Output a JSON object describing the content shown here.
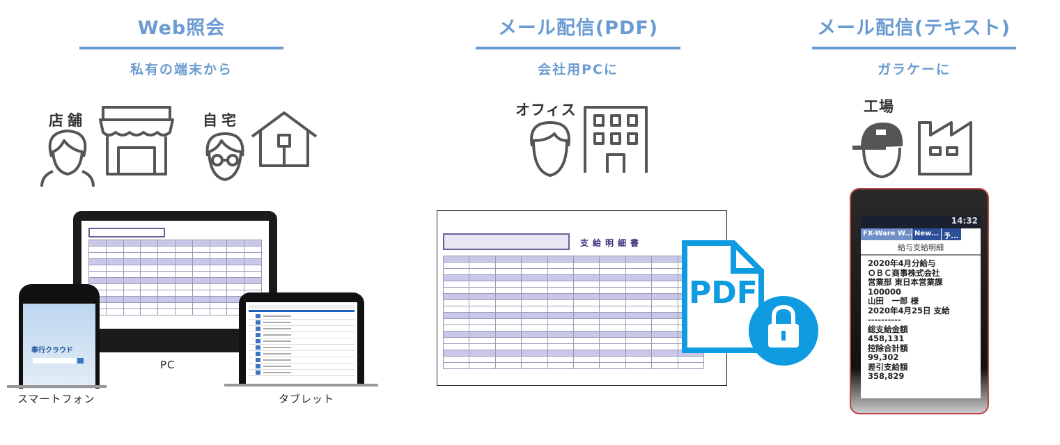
{
  "colors": {
    "accent": "#6a9bd1",
    "icon": "#555555",
    "pdf": "#0e9be0"
  },
  "web": {
    "title": "Web照会",
    "subtitle": "私有の端末から",
    "store_label": "店舗",
    "home_label": "自宅",
    "devices": {
      "pc": "PC",
      "smartphone": "スマートフォン",
      "tablet": "タブレット"
    },
    "app_logo": "奉行クラウド"
  },
  "pdf": {
    "title": "メール配信(PDF)",
    "subtitle": "会社用PCに",
    "office_label": "オフィス",
    "doc_title": "支給明細書",
    "pdf_icon_text": "PDF"
  },
  "text": {
    "title": "メール配信(テキスト)",
    "subtitle": "ガラケーに",
    "factory_label": "工場",
    "phone": {
      "clock": "14:32",
      "tabs": [
        "FX-Ware W...",
        "New...",
        "予..."
      ],
      "header": "給与支給明細",
      "lines": [
        "2020年4月分給与",
        "ＯＢＣ商事株式会社",
        "営業部 東日本営業課",
        "100000",
        "山田　一郎 様",
        "2020年4月25日 支給",
        "----------",
        "総支給金額",
        "458,131",
        "控除合計額",
        "99,302",
        "差引支給額",
        "358,829"
      ]
    }
  }
}
